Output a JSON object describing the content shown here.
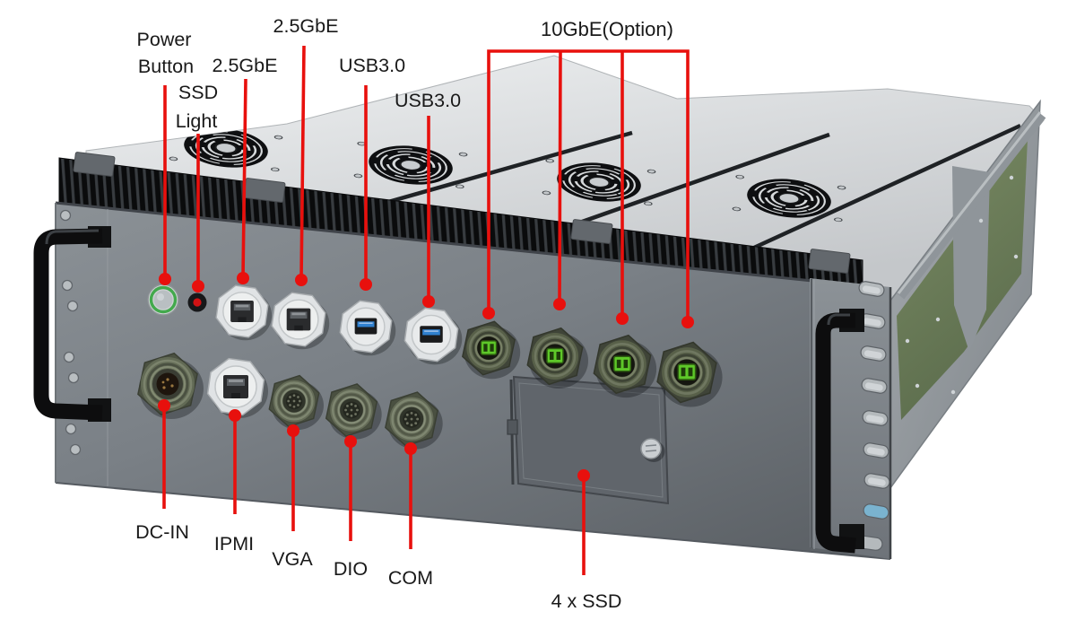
{
  "diagram": {
    "device": "Rugged 4U rackmount computer front panel with port callouts",
    "background": "#ffffff",
    "callout": {
      "line_color": "#e8100d",
      "text_color": "#191919"
    },
    "chassis_colors": {
      "front_panel_gray": "#7d838a",
      "top_panel_gray": "#d9dcde",
      "heatsink_black": "#0b0c0d",
      "side_panel_green": "#6d7f5c",
      "connector_olive": "#5f6654",
      "fiber_insert_green": "#5ec829",
      "usb_tongue_blue": "#2f80cf",
      "power_ring_green": "#43a94d",
      "ssd_led_red": "#d01214"
    },
    "labels": {
      "power_button_line1": "Power",
      "power_button_line2": "Button",
      "ssd_light_line1": "SSD",
      "ssd_light_line2": "Light",
      "lan_a": "2.5GbE",
      "lan_b": "2.5GbE",
      "usb_a": "USB3.0",
      "usb_b": "USB3.0",
      "ten_gbe": "10GbE(Option)",
      "dc_in": "DC-IN",
      "ipmi": "IPMI",
      "vga": "VGA",
      "dio": "DIO",
      "com": "COM",
      "ssd_bay": "4 x SSD"
    }
  }
}
